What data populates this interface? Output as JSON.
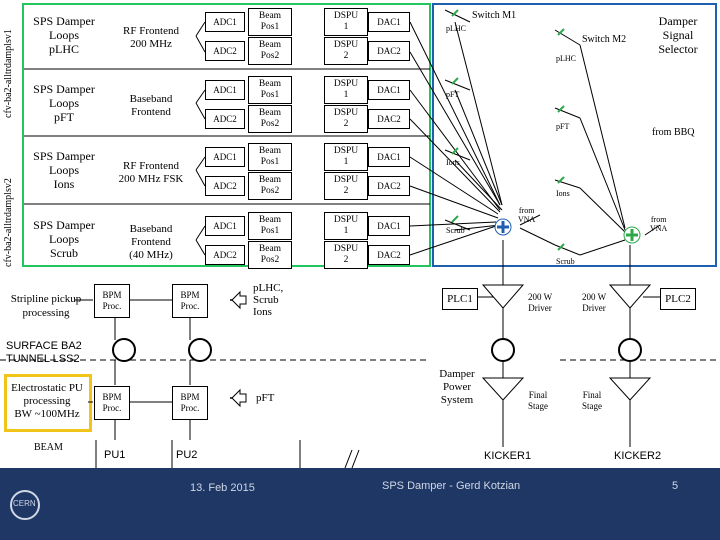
{
  "side_labels": {
    "top": "cfv-ba2-alltrdamplsv1",
    "bottom": "cfv-ba2-alltrdamplsv2"
  },
  "loops": [
    {
      "l1": "SPS Damper",
      "l2": "Loops",
      "l3": "pLHC"
    },
    {
      "l1": "SPS Damper",
      "l2": "Loops",
      "l3": "pFT"
    },
    {
      "l1": "SPS Damper",
      "l2": "Loops",
      "l3": "Ions"
    },
    {
      "l1": "SPS Damper",
      "l2": "Loops",
      "l3": "Scrub"
    }
  ],
  "frontends": [
    {
      "l1": "RF Frontend",
      "l2": "200 MHz",
      "l3": ""
    },
    {
      "l1": "Baseband",
      "l2": "Frontend",
      "l3": ""
    },
    {
      "l1": "RF Frontend",
      "l2": "200 MHz FSK",
      "l3": ""
    },
    {
      "l1": "Baseband",
      "l2": "Frontend",
      "l3": "(40 MHz)"
    }
  ],
  "adc": [
    "ADC1",
    "ADC2"
  ],
  "beam": {
    "l1": "Beam",
    "pos1": "Pos1",
    "pos2": "Pos2"
  },
  "dspu": {
    "l1": "DSPU",
    "n1": "1",
    "n2": "2"
  },
  "dac": [
    "DAC1",
    "DAC2"
  ],
  "switch_m1": "Switch M1",
  "switch_m2": "Switch M2",
  "damper_selector": {
    "l1": "Damper",
    "l2": "Signal",
    "l3": "Selector"
  },
  "switch_labels": [
    "pLHC",
    "pFT",
    "Ions",
    "Scrub"
  ],
  "switch_m2_labels": [
    "pLHC",
    "pFT",
    "Ions",
    "Scrub"
  ],
  "from_vna": {
    "l1": "from",
    "l2": "VNA"
  },
  "from_vna2": {
    "l1": "from",
    "l2": "VNA"
  },
  "from_bbq": "from BBQ",
  "stripline": {
    "l1": "Stripline pickup",
    "l2": "processing"
  },
  "bpm": {
    "l1": "BPM",
    "l2": "Proc."
  },
  "group_label1": {
    "l1": "pLHC,",
    "l2": "Scrub",
    "l3": "Ions"
  },
  "group_label2": "pFT",
  "surface": {
    "l1": "SURFACE BA2",
    "l2": "TUNNEL LSS2"
  },
  "electrostatic": {
    "l1": "Electrostatic PU",
    "l2": "processing",
    "l3": "BW ~100MHz"
  },
  "beam_label": "BEAM",
  "pu1": "PU1",
  "pu2": "PU2",
  "plc1": "PLC1",
  "plc2": "PLC2",
  "driver_left": {
    "l1": "200 W",
    "l2": "Driver"
  },
  "driver_right": {
    "l1": "200 W",
    "l2": "Driver"
  },
  "damper_power": {
    "l1": "Damper",
    "l2": "Power",
    "l3": "System"
  },
  "final_left": {
    "l1": "Final",
    "l2": "Stage"
  },
  "final_right": {
    "l1": "Final",
    "l2": "Stage"
  },
  "kicker1": "KICKER1",
  "kicker2": "KICKER2",
  "footer": {
    "date": "13. Feb 2015",
    "title": "SPS Damper - Gerd Kotzian",
    "page": "5",
    "logo": "CERN"
  },
  "colors": {
    "green_frame": "#22c55e",
    "blue_frame": "#1f5fb0",
    "yellow_frame": "#f0c419",
    "footer_bg": "#1f3764",
    "plus_blue": "#1f5fb0",
    "plus_green": "#2ea84b"
  }
}
